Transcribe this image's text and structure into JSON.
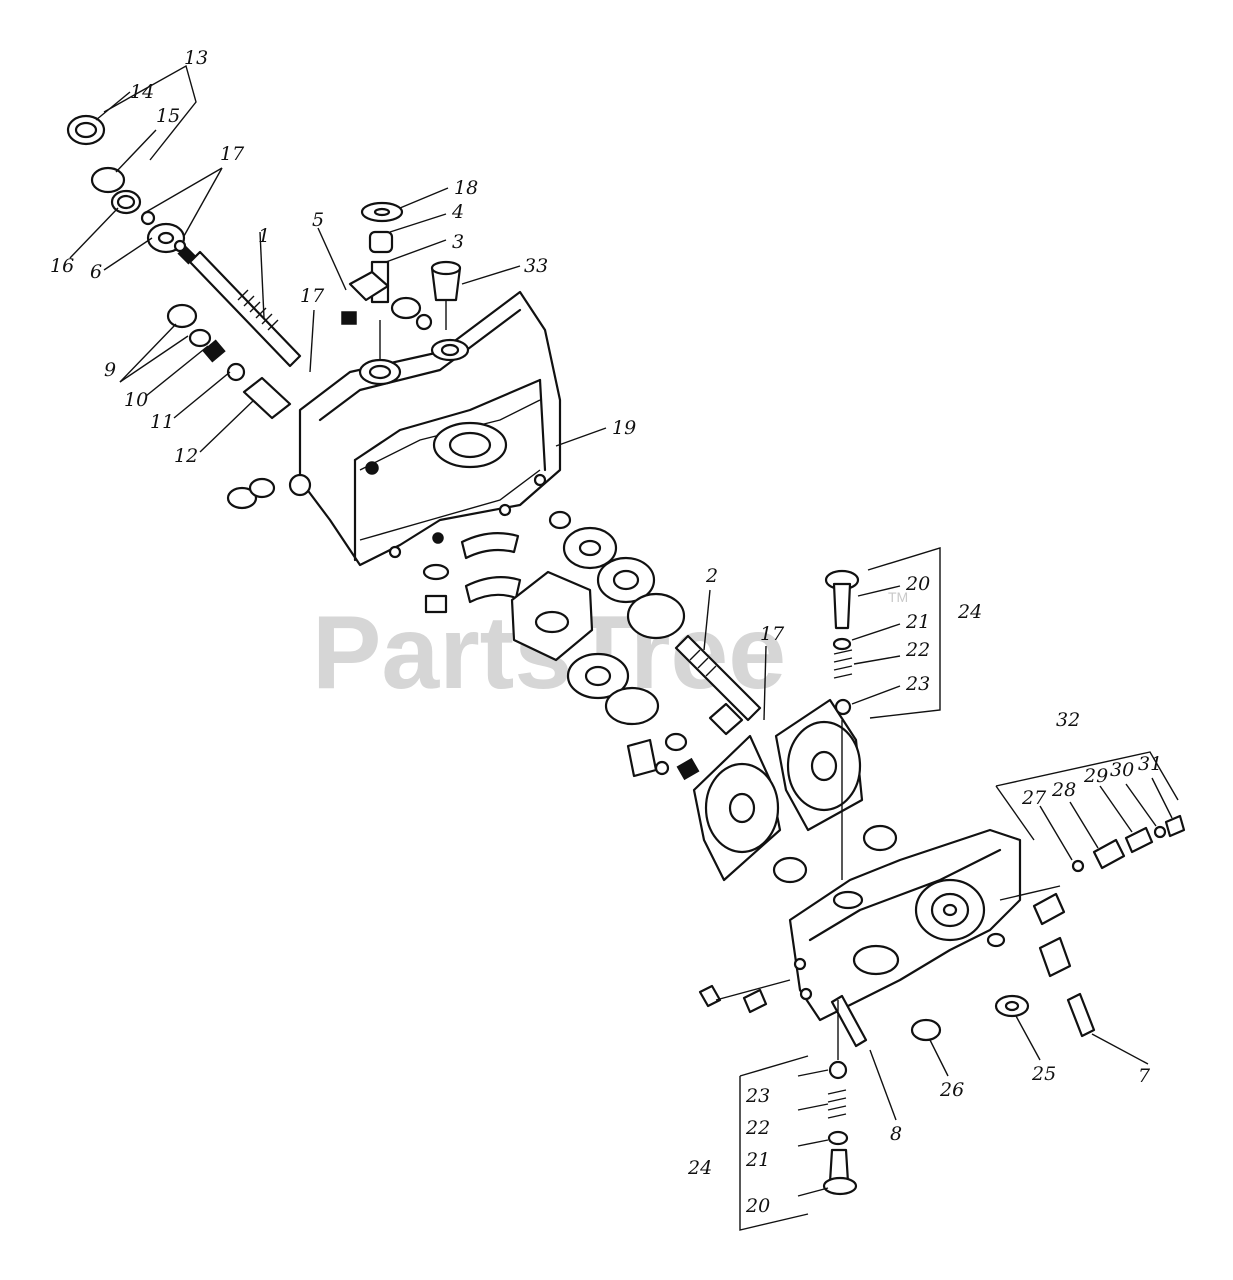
{
  "watermark": {
    "text": "PartsTree",
    "trademark": "TM"
  },
  "callouts": {
    "c1": "1",
    "c2": "2",
    "c3": "3",
    "c4": "4",
    "c5": "5",
    "c6": "6",
    "c7": "7",
    "c8": "8",
    "c9": "9",
    "c10": "10",
    "c11": "11",
    "c12": "12",
    "c13": "13",
    "c14": "14",
    "c15": "15",
    "c16": "16",
    "c17a": "17",
    "c17b": "17",
    "c17c": "17",
    "c18": "18",
    "c19": "19",
    "c20a": "20",
    "c21a": "21",
    "c22a": "22",
    "c23a": "23",
    "c24a": "24",
    "c20b": "20",
    "c21b": "21",
    "c22b": "22",
    "c23b": "23",
    "c24b": "24",
    "c25": "25",
    "c26": "26",
    "c27": "27",
    "c28": "28",
    "c29": "29",
    "c30": "30",
    "c31": "31",
    "c32": "32",
    "c33": "33"
  }
}
